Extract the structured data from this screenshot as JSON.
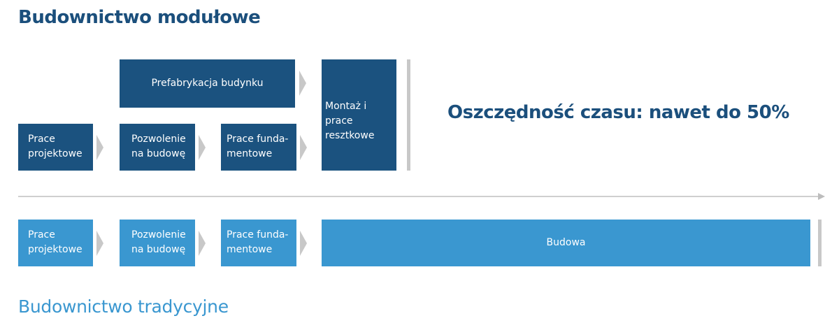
{
  "title": "Budownictwo modułowe",
  "subtitle": "Budownictwo tradycyjne",
  "savings": "Oszczędność czasu: nawet do 50%",
  "modular": {
    "prefab": "Prefabrykacja budynku",
    "steps": [
      {
        "line1": "Prace",
        "line2": "projektowe"
      },
      {
        "line1": "Pozwolenie",
        "line2": "na budowę"
      },
      {
        "line1": "Prace funda-",
        "line2": "mentowe"
      }
    ],
    "assembly": {
      "line1": "Montaż i prace",
      "line2": "resztkowe"
    }
  },
  "traditional": {
    "steps": [
      {
        "line1": "Prace",
        "line2": "projektowe"
      },
      {
        "line1": "Pozwolenie",
        "line2": "na budowę"
      },
      {
        "line1": "Prace funda-",
        "line2": "mentowe"
      }
    ],
    "build": "Budowa"
  },
  "colors": {
    "dark": "#1b527f",
    "light": "#3a97d0",
    "gray": "#c8c8c8"
  }
}
